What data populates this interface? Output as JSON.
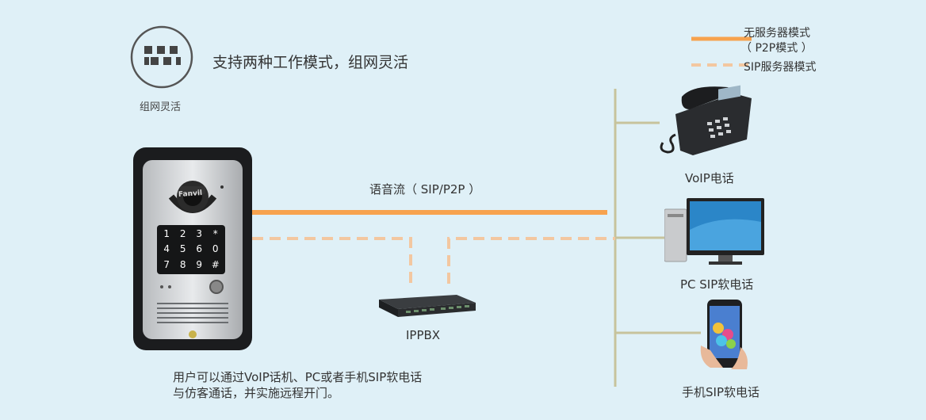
{
  "feature": {
    "title": "支持两种工作模式，组网灵活",
    "icon_label": "组网灵活"
  },
  "legend": {
    "solid_line_label_1": "无服务器模式",
    "solid_line_label_2": "（ P2P模式 ）",
    "dashed_line_label": "SIP服务器模式",
    "solid_color": "#f7a24e",
    "dashed_color": "#f3c7a0"
  },
  "diagram": {
    "stream_label": "语音流（ SIP/P2P ）",
    "ippbx_label": "IPPBX",
    "bus_color": "#c7c39c"
  },
  "devices": [
    {
      "label": "VoIP电话",
      "icon": "desk-phone-icon"
    },
    {
      "label": "PC SIP软电话",
      "icon": "computer-icon"
    },
    {
      "label": "手机SIP软电话",
      "icon": "smartphone-icon"
    }
  ],
  "intercom": {
    "brand": "Fanvil",
    "keys": [
      "1",
      "2",
      "3",
      "*",
      "4",
      "5",
      "6",
      "0",
      "7",
      "8",
      "9",
      "#"
    ]
  },
  "description": {
    "line1": "用户可以通过VoIP话机、PC或者手机SIP软电话",
    "line2": "与仿客通话，并实施远程开门。"
  }
}
